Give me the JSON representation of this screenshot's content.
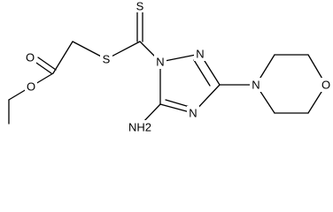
{
  "molecule": {
    "atoms": {
      "o_carbonyl": "O",
      "o_ester": "O",
      "s_thioether": "S",
      "s_thione": "S",
      "n1": "N",
      "n2": "N",
      "n4": "N",
      "n_morpholine": "N",
      "o_morpholine": "O",
      "amino": "NH2"
    }
  }
}
